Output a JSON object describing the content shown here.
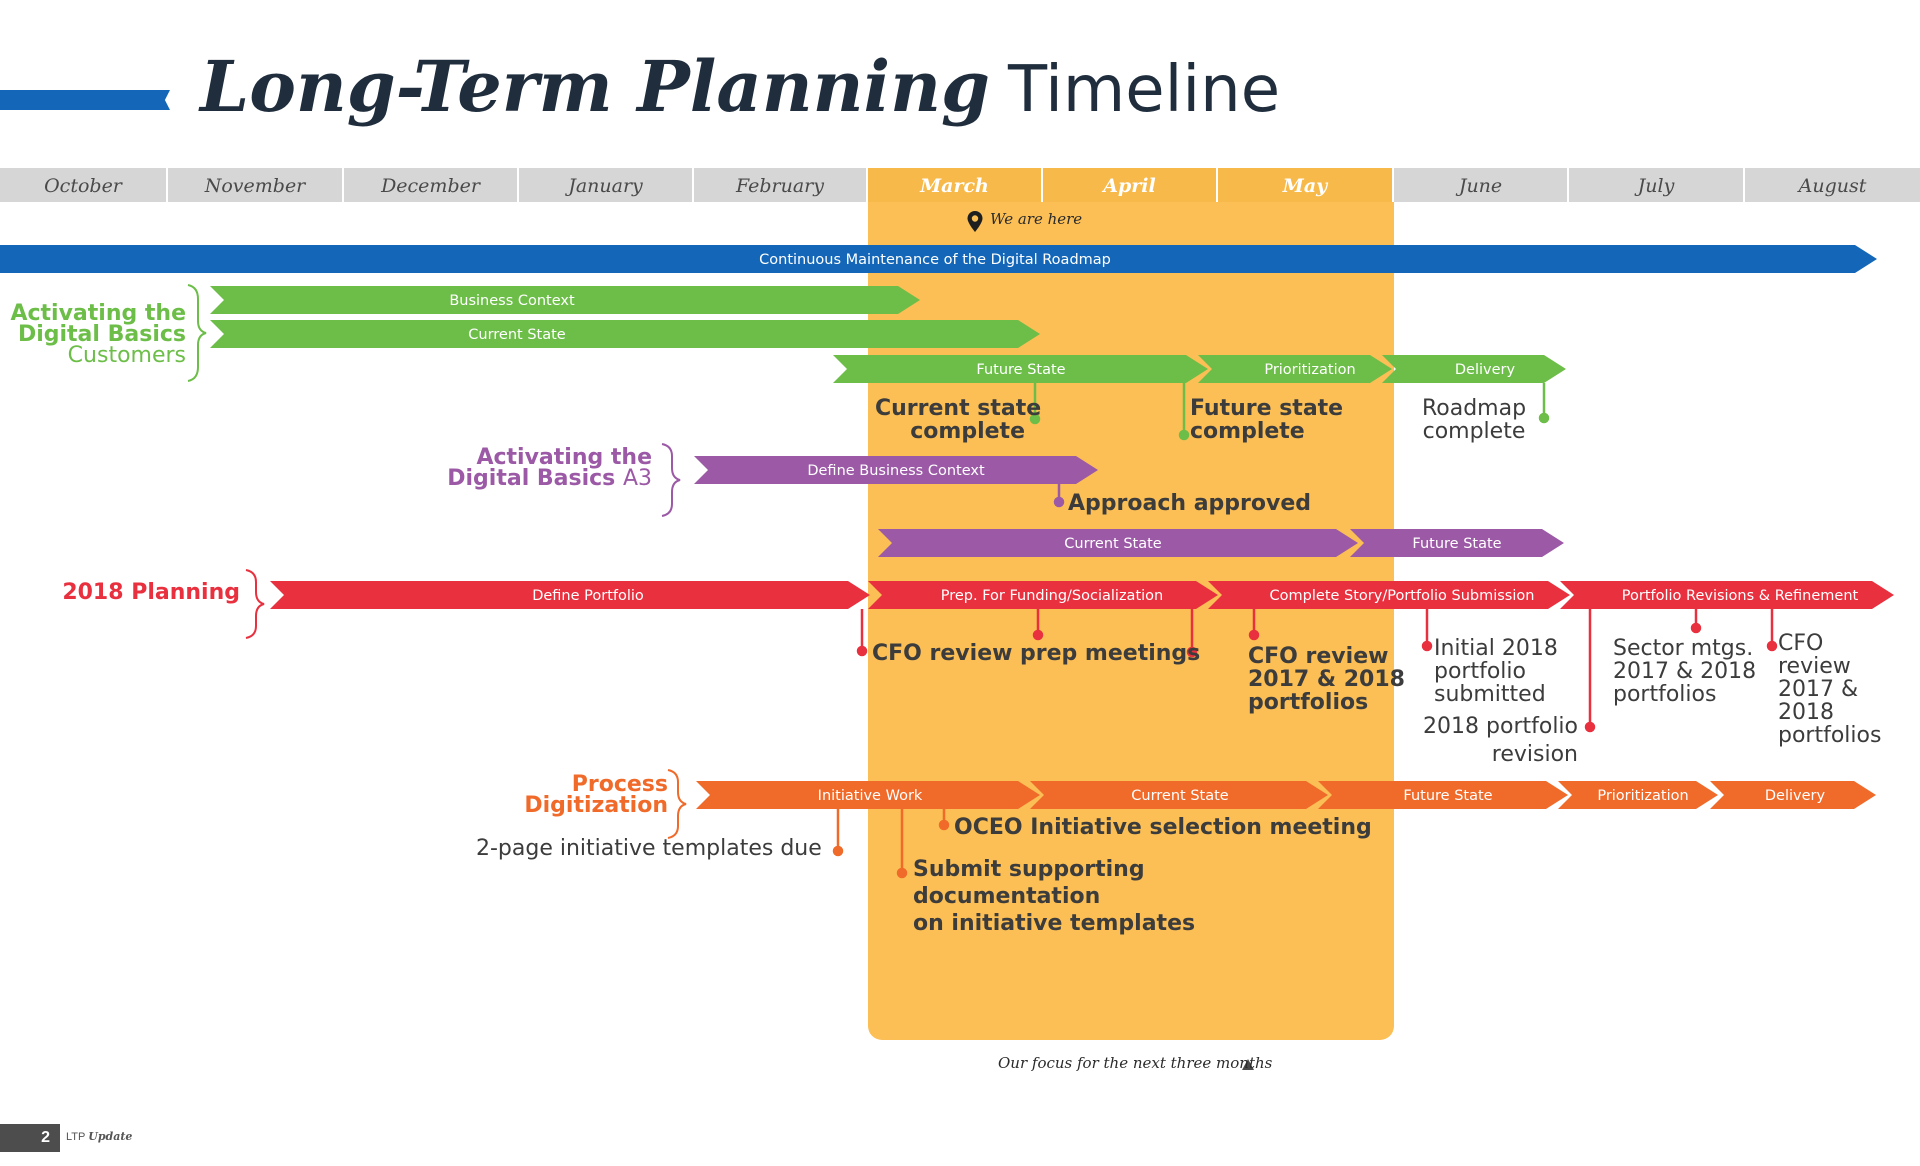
{
  "title": {
    "bold": "Long-Term Planning",
    "light": "Timeline"
  },
  "months": [
    "October",
    "November",
    "December",
    "January",
    "February",
    "March",
    "April",
    "May",
    "June",
    "July",
    "August"
  ],
  "focus_months": [
    "March",
    "April",
    "May"
  ],
  "we_are_here": "We are here",
  "focus_caption": "Our focus for the next three months",
  "colors": {
    "blue": "#1467b8",
    "green": "#6cbe48",
    "purple": "#9b59a6",
    "red": "#e8303f",
    "orange": "#f06a2a",
    "focus": "#fbbf55"
  },
  "tracks": {
    "continuous": "Continuous Maintenance of the Digital Roadmap",
    "customers": {
      "label_line1": "Activating the",
      "label_line2": "Digital Basics",
      "label_line3": "Customers",
      "bars": [
        "Business Context",
        "Current State",
        "Future State",
        "Prioritization",
        "Delivery"
      ],
      "milestones": [
        {
          "line1": "Current state",
          "line2": "complete"
        },
        {
          "line1": "Future state",
          "line2": "complete"
        },
        {
          "line1": "Roadmap",
          "line2": "complete"
        }
      ]
    },
    "a3": {
      "label_line1": "Activating the",
      "label_line2": "Digital Basics",
      "label_suffix": "A3",
      "bars": [
        "Define Business Context",
        "Current State",
        "Future State"
      ],
      "milestones": [
        {
          "line1": "Approach approved"
        }
      ]
    },
    "planning": {
      "label": "2018 Planning",
      "bars": [
        "Define Portfolio",
        "Prep. For Funding/Socialization",
        "Complete Story/Portfolio Submission",
        "Portfolio Revisions & Refinement"
      ],
      "milestones": [
        {
          "line1": "CFO review"
        },
        {
          "line1": "prep meetings"
        },
        {
          "line1": "CFO review",
          "line2": "2017 & 2018",
          "line3": "portfolios"
        },
        {
          "line1": "Initial 2018",
          "line2": "portfolio",
          "line3": "submitted"
        },
        {
          "line1": "2018 portfolio",
          "line2": "revision"
        },
        {
          "line1": "Sector mtgs.",
          "line2": "2017 & 2018",
          "line3": "portfolios"
        },
        {
          "line1": "CFO",
          "line2": "review",
          "line3": "2017 &",
          "line4": "2018",
          "line5": "portfolios"
        }
      ]
    },
    "process": {
      "label_line1": "Process",
      "label_line2": "Digitization",
      "bars": [
        "Initiative Work",
        "Current State",
        "Future State",
        "Prioritization",
        "Delivery"
      ],
      "milestones": [
        {
          "line1": "2-page initiative templates due"
        },
        {
          "line1": "OCEO Initiative selection meeting"
        },
        {
          "line1": "Submit supporting",
          "line2": "documentation",
          "line3": "on initiative templates"
        }
      ]
    }
  },
  "footer": {
    "page": "2",
    "brand": "LTP",
    "sub": "Update"
  }
}
